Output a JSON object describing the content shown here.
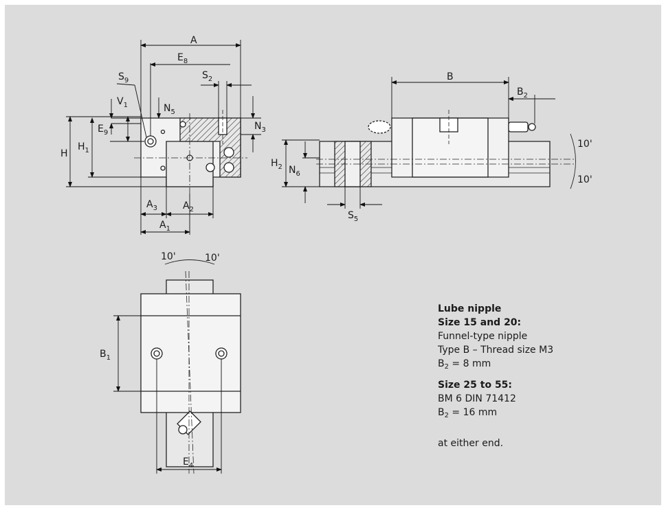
{
  "labels": {
    "A": "A",
    "E8": {
      "base": "E",
      "sub": "8"
    },
    "S9": {
      "base": "S",
      "sub": "9"
    },
    "S2": {
      "base": "S",
      "sub": "2"
    },
    "V1": {
      "base": "V",
      "sub": "1"
    },
    "N5": {
      "base": "N",
      "sub": "5"
    },
    "E9": {
      "base": "E",
      "sub": "9"
    },
    "N3": {
      "base": "N",
      "sub": "3"
    },
    "H": "H",
    "H1": {
      "base": "H",
      "sub": "1"
    },
    "A3": {
      "base": "A",
      "sub": "3"
    },
    "A2": {
      "base": "A",
      "sub": "2"
    },
    "A1": {
      "base": "A",
      "sub": "1"
    },
    "B": "B",
    "B2": {
      "base": "B",
      "sub": "2"
    },
    "H2": {
      "base": "H",
      "sub": "2"
    },
    "N6": {
      "base": "N",
      "sub": "6"
    },
    "S5": {
      "base": "S",
      "sub": "5"
    },
    "B1": {
      "base": "B",
      "sub": "1"
    },
    "E4": {
      "base": "E",
      "sub": "4"
    },
    "angle_side_top": "10'",
    "angle_side_bottom": "10'",
    "angle_top_left": "10'",
    "angle_top_right": "10'"
  },
  "lube_note": {
    "title": "Lube nipple",
    "size_small": "Size 15 and 20:",
    "line1": "Funnel-type nipple",
    "line2": "Type B – Thread size M3",
    "b2_small": {
      "base": "B",
      "sub": "2",
      "rest": " = 8 mm"
    },
    "size_large": "Size 25 to 55:",
    "line3": "BM 6 DIN 71412",
    "b2_large": {
      "base": "B",
      "sub": "2",
      "rest": " = 16 mm"
    },
    "footer": "at either end."
  }
}
